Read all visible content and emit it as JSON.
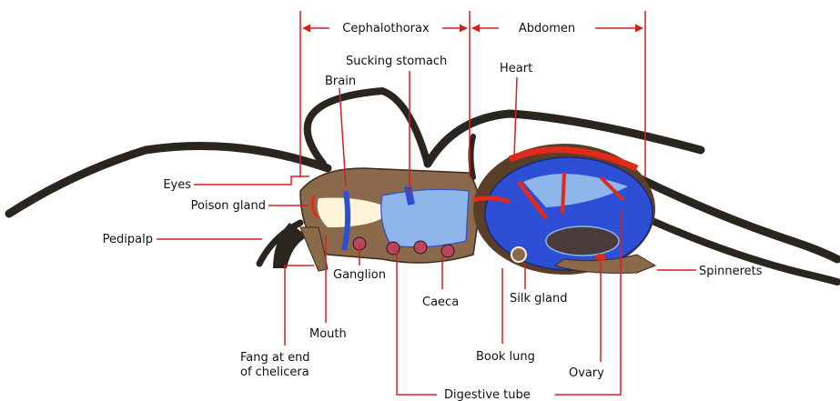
{
  "colors": {
    "leader": "#d42020",
    "body_brown": "#8a6a4a",
    "dark_brown": "#5a3e27",
    "leg": "#2b2520",
    "blue": "#2d4fd6",
    "light_blue": "#8fb6ea",
    "red": "#e22a1c",
    "pink": "#b8465e",
    "cream": "#fff6da"
  },
  "labels": {
    "cephalothorax": "Cephalothorax",
    "abdomen": "Abdomen",
    "sucking_stomach": "Sucking stomach",
    "brain": "Brain",
    "heart": "Heart",
    "eyes": "Eyes",
    "poison_gland": "Poison gland",
    "pedipalp": "Pedipalp",
    "ganglion": "Ganglion",
    "caeca": "Caeca",
    "silk_gland": "Silk gland",
    "spinnerets": "Spinnerets",
    "mouth": "Mouth",
    "fang_line1": "Fang at end",
    "fang_line2": "of chelicera",
    "book_lung": "Book lung",
    "ovary": "Ovary",
    "digestive_tube": "Digestive tube"
  }
}
